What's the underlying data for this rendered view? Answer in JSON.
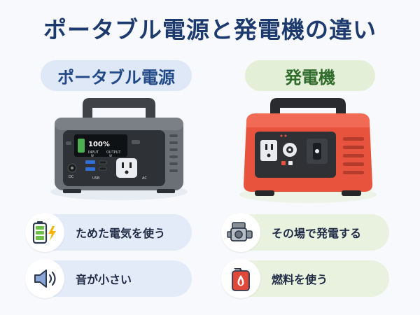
{
  "title": "ポータブル電源と発電機の違い",
  "left": {
    "heading": "ポータブル電源",
    "device": {
      "lcd_percent": "100%",
      "lcd_input": "INPUT",
      "lcd_output": "OUTPUT",
      "lcd_unit_in": "W",
      "lcd_unit_out": "W",
      "port_dc": "DC",
      "port_usb": "USB",
      "port_ac": "AC"
    },
    "features": [
      {
        "icon": "battery-charging-icon",
        "label": "ためた電気を使う"
      },
      {
        "icon": "speaker-low-volume-icon",
        "label": "音が小さい"
      }
    ]
  },
  "right": {
    "heading": "発電機",
    "features": [
      {
        "icon": "engine-icon",
        "label": "その場で発電する"
      },
      {
        "icon": "fuel-can-icon",
        "label": "燃料を使う"
      }
    ]
  },
  "colors": {
    "title": "#1d3a6e",
    "left_accent": "#dfe8f6",
    "right_accent": "#e4efd8",
    "generator_red": "#e8533e",
    "power_station_gray": "#5f6368"
  }
}
